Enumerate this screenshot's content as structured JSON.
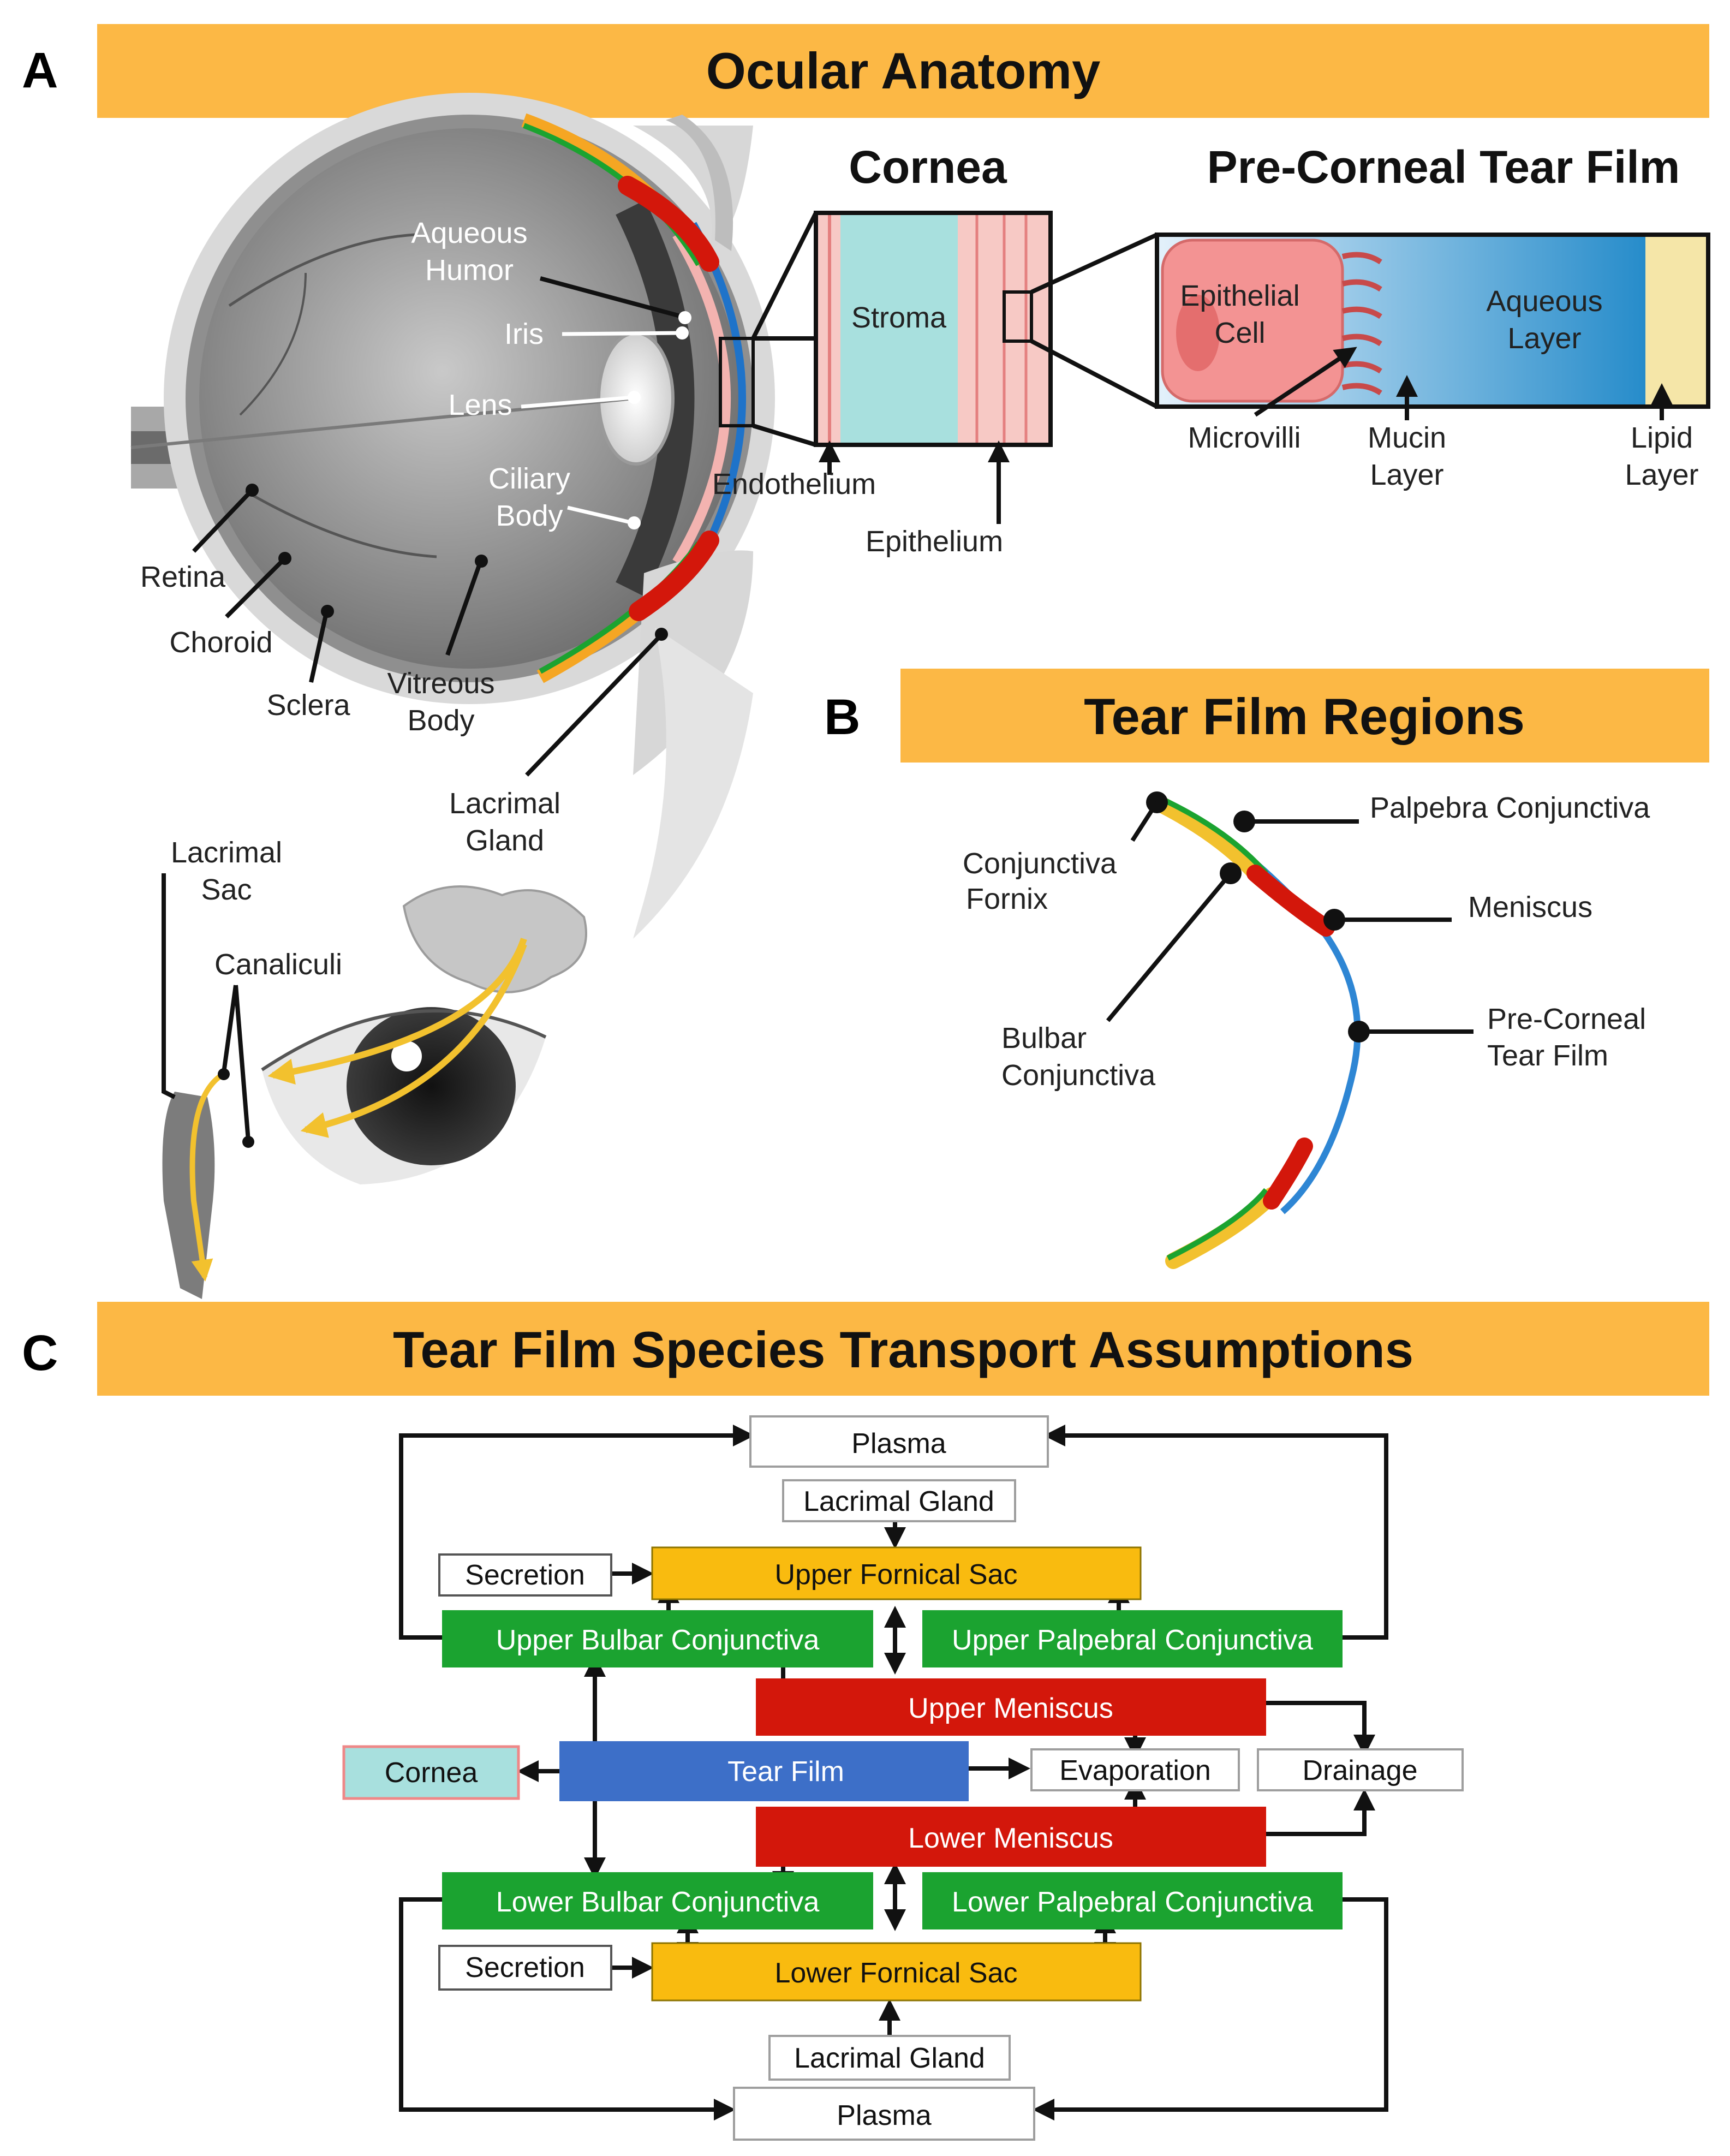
{
  "colors": {
    "banner": "#FCB845",
    "fornical": "#F9BB0F",
    "conjunctiva": "#1BA330",
    "meniscus": "#D3170B",
    "tear_film": "#3D6FC8",
    "cornea_box": "#A8E0DE",
    "tear_blue": "#2E86D4",
    "lipid": "#F5E6A8",
    "epithelial": "#F39393"
  },
  "panelA": {
    "letter": "A",
    "title": "Ocular Anatomy",
    "cornea_heading": "Cornea",
    "tear_heading": "Pre-Corneal Tear Film",
    "stroma": "Stroma",
    "endothelium": "Endothelium",
    "epithelium": "Epithelium",
    "epithelial_cell": [
      "Epithelial",
      "Cell"
    ],
    "aqueous_layer": [
      "Aqueous",
      "Layer"
    ],
    "microvilli": "Microvilli",
    "mucin_layer": [
      "Mucin",
      "Layer"
    ],
    "lipid_layer": [
      "Lipid",
      "Layer"
    ],
    "aqueous_humor": [
      "Aqueous",
      "Humor"
    ],
    "iris": "Iris",
    "lens": "Lens",
    "ciliary_body": [
      "Ciliary",
      "Body"
    ],
    "retina": "Retina",
    "choroid": "Choroid",
    "sclera": "Sclera",
    "vitreous_body": [
      "Vitreous",
      "Body"
    ],
    "lacrimal_gland": [
      "Lacrimal",
      "Gland"
    ],
    "lacrimal_sac": [
      "Lacrimal",
      "Sac"
    ],
    "canaliculi": "Canaliculi"
  },
  "panelB": {
    "letter": "B",
    "title": "Tear Film Regions",
    "palpebra": "Palpebra Conjunctiva",
    "fornix": [
      "Conjunctiva",
      "Fornix"
    ],
    "meniscus": "Meniscus",
    "bulbar": [
      "Bulbar",
      "Conjunctiva"
    ],
    "precorneal": [
      "Pre-Corneal",
      "Tear Film"
    ]
  },
  "panelC": {
    "letter": "C",
    "title": "Tear Film Species Transport Assumptions",
    "plasma_top": "Plasma",
    "lacrimal_top": "Lacrimal Gland",
    "secretion_top": "Secretion",
    "upper_fornical": "Upper Fornical Sac",
    "upper_bulbar": "Upper Bulbar Conjunctiva",
    "upper_palpebral": "Upper Palpebral Conjunctiva",
    "upper_meniscus": "Upper Meniscus",
    "cornea": "Cornea",
    "tear_film": "Tear Film",
    "evaporation": "Evaporation",
    "drainage": "Drainage",
    "lower_meniscus": "Lower Meniscus",
    "lower_bulbar": "Lower Bulbar Conjunctiva",
    "lower_palpebral": "Lower Palpebral Conjunctiva",
    "secretion_bottom": "Secretion",
    "lower_fornical": "Lower Fornical Sac",
    "lacrimal_bottom": "Lacrimal Gland",
    "plasma_bottom": "Plasma"
  }
}
